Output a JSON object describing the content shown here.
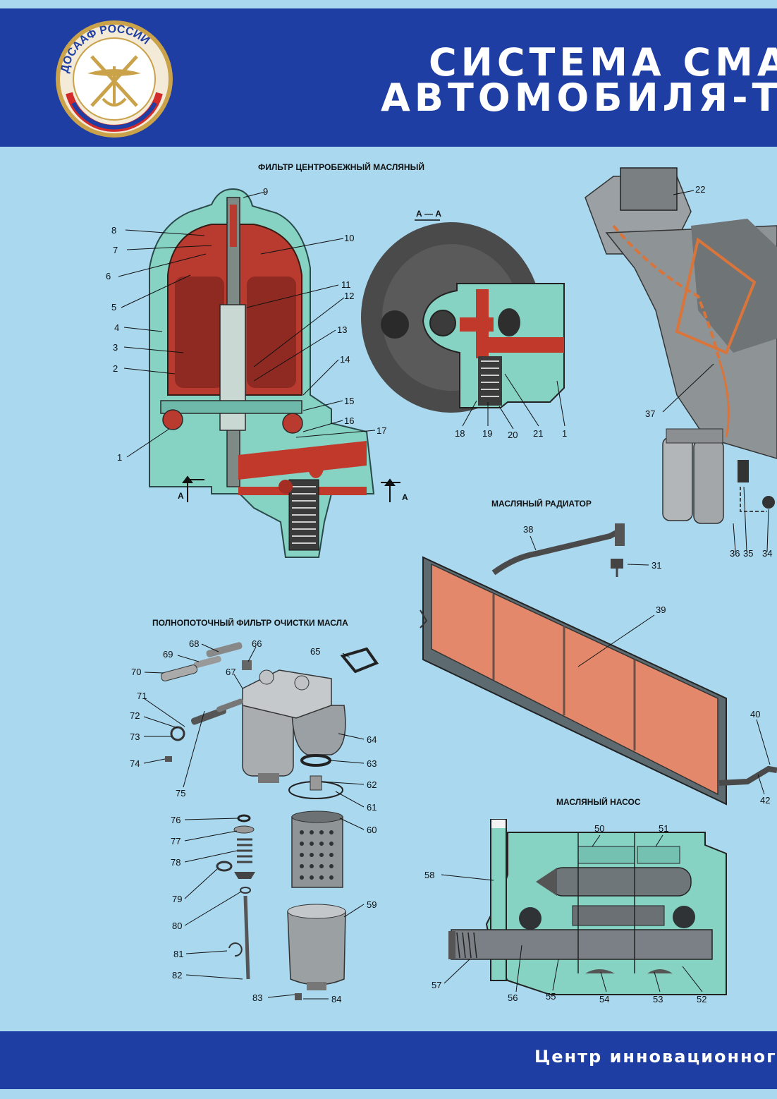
{
  "header": {
    "logo_text": "ДОСААФ РОССИИ",
    "title_line1": "СИСТЕМА СМА",
    "title_line2": "АВТОМОБИЛЯ-ТЯ"
  },
  "sections": {
    "centrifugal_filter": "ФИЛЬТР ЦЕНТРОБЕЖНЫЙ МАСЛЯНЫЙ",
    "section_aa": "А — А",
    "section_marker": "А",
    "oil_radiator": "МАСЛЯНЫЙ РАДИАТОР",
    "full_flow_filter": "ПОЛНОПОТОЧНЫЙ ФИЛЬТР ОЧИСТКИ МАСЛА",
    "oil_pump": "МАСЛЯНЫЙ НАСОС"
  },
  "labels": {
    "c1": "1",
    "c2": "2",
    "c3": "3",
    "c4": "4",
    "c5": "5",
    "c6": "6",
    "c7": "7",
    "c8": "8",
    "c9": "9",
    "c10": "10",
    "c11": "11",
    "c12": "12",
    "c13": "13",
    "c14": "14",
    "c15": "15",
    "c16": "16",
    "c17": "17",
    "a18": "18",
    "a19": "19",
    "a20": "20",
    "a21": "21",
    "a1": "1",
    "n22": "22",
    "n37": "37",
    "n36": "36",
    "n35": "35",
    "n34": "34",
    "r38": "38",
    "r31": "31",
    "r39": "39",
    "r40": "40",
    "r42": "42",
    "f64": "64",
    "f65": "65",
    "f66": "66",
    "f67": "67",
    "f68": "68",
    "f69": "69",
    "f70": "70",
    "f71": "71",
    "f72": "72",
    "f73": "73",
    "f74": "74",
    "f75": "75",
    "f63": "63",
    "f62": "62",
    "f61": "61",
    "f60": "60",
    "f59": "59",
    "f76": "76",
    "f77": "77",
    "f78": "78",
    "f79": "79",
    "f80": "80",
    "f81": "81",
    "f82": "82",
    "f83": "83",
    "f84": "84",
    "p50": "50",
    "p51": "51",
    "p58": "58",
    "p57": "57",
    "p56": "56",
    "p55": "55",
    "p54": "54",
    "p53": "53",
    "p52": "52"
  },
  "footer": {
    "text": "Центр инновационног"
  },
  "colors": {
    "background": "#a9d8ef",
    "band": "#1e3ea3",
    "oil_red": "#c0392b",
    "housing_green": "#86d3c4"
  }
}
